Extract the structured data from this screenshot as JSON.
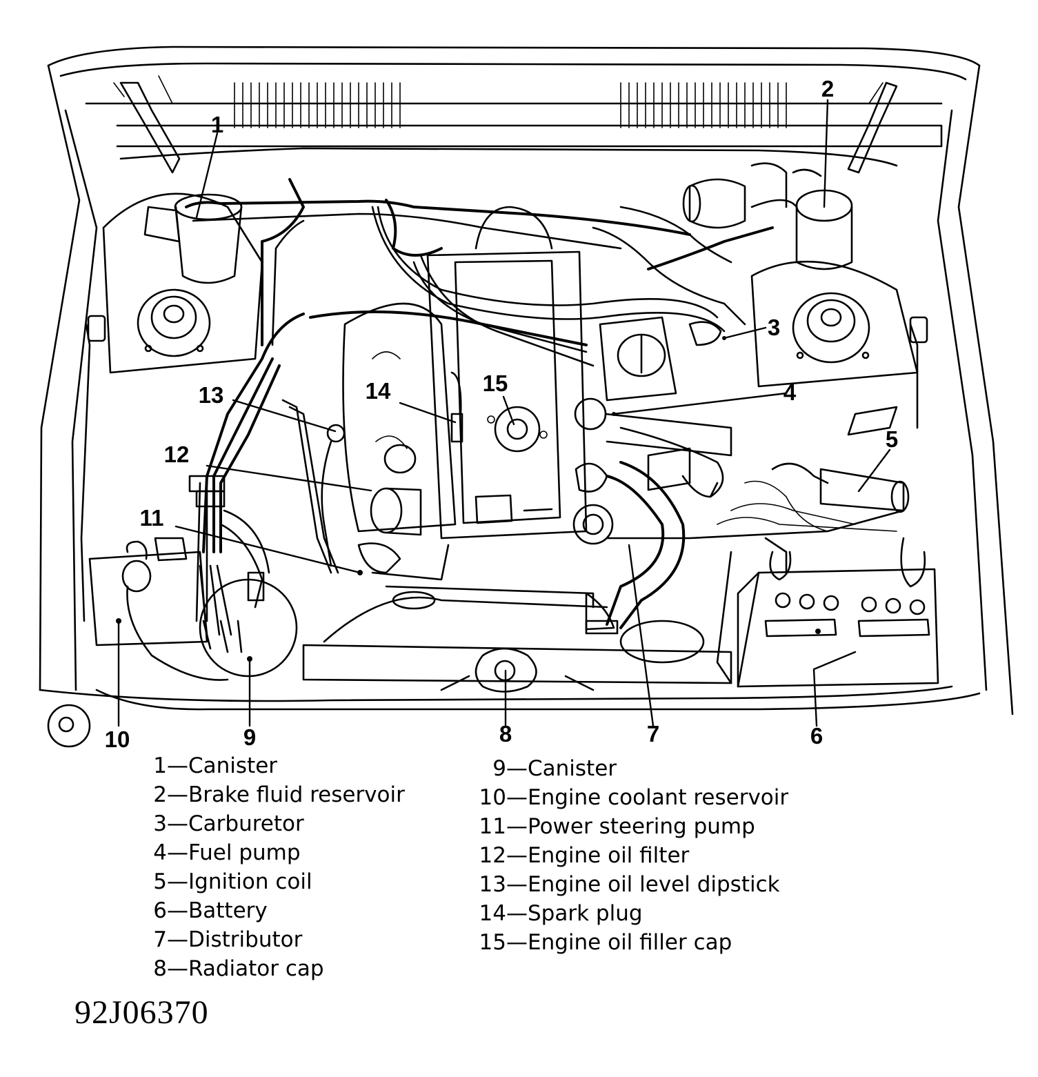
{
  "callouts": [
    "1",
    "2",
    "3",
    "4",
    "5",
    "6",
    "7",
    "8",
    "9",
    "10",
    "11",
    "12",
    "13",
    "14",
    "15"
  ],
  "legend": {
    "left": [
      {
        "num": "1",
        "label": "Canister"
      },
      {
        "num": "2",
        "label": "Brake fluid reservoir"
      },
      {
        "num": "3",
        "label": "Carburetor"
      },
      {
        "num": "4",
        "label": "Fuel pump"
      },
      {
        "num": "5",
        "label": "Ignition coil"
      },
      {
        "num": "6",
        "label": "Battery"
      },
      {
        "num": "7",
        "label": "Distributor"
      },
      {
        "num": "8",
        "label": "Radiator cap"
      }
    ],
    "right": [
      {
        "num": "9",
        "label": "Canister"
      },
      {
        "num": "10",
        "label": "Engine coolant reservoir"
      },
      {
        "num": "11",
        "label": "Power steering pump"
      },
      {
        "num": "12",
        "label": "Engine oil filter"
      },
      {
        "num": "13",
        "label": "Engine oil level dipstick"
      },
      {
        "num": "14",
        "label": "Spark plug"
      },
      {
        "num": "15",
        "label": "Engine oil filler cap"
      }
    ]
  },
  "figure_code": "92J06370"
}
